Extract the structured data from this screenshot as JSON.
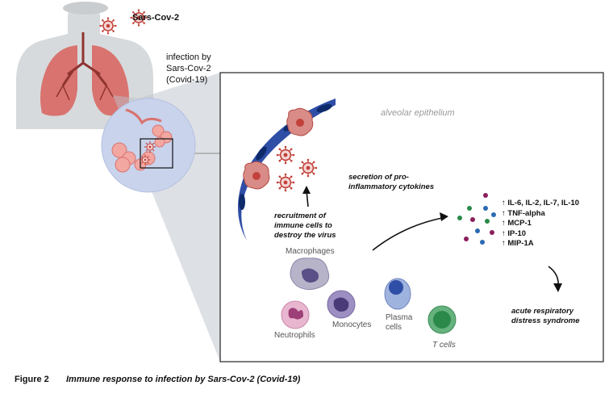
{
  "virus_label": "Sars-Cov-2",
  "infection_label": [
    "infection by",
    "Sars-Cov-2",
    "(Covid-19)"
  ],
  "alveolar_label": "alveolar epithelium",
  "secretion_label": [
    "secretion of pro-",
    "inflammatory cytokines"
  ],
  "recruitment_label": [
    "recruitment of",
    "immune cells to",
    "destroy the virus"
  ],
  "cytokines": [
    "↑ IL-6, IL-2, IL-7, IL-10",
    "↑ TNF-alpha",
    "↑ MCP-1",
    "↑ IP-10",
    "↑ MIP-1A"
  ],
  "ards_label": [
    "acute respiratory",
    "distress syndrome"
  ],
  "cells": {
    "macrophages": "Macrophages",
    "monocytes": "Monocytes",
    "neutrophils": "Neutrophils",
    "plasma": [
      "Plasma",
      "cells"
    ],
    "t_cells": "T cells"
  },
  "caption": {
    "label": "Figure 2",
    "text": "Immune response to infection by Sars-Cov-2 (Covid-19)"
  },
  "colors": {
    "lung": "#d9736f",
    "body": "#d7dadc",
    "epithelium": "#2f4ea6",
    "virus": "#c2413a",
    "zoom_circle": "#c9d3ec"
  }
}
